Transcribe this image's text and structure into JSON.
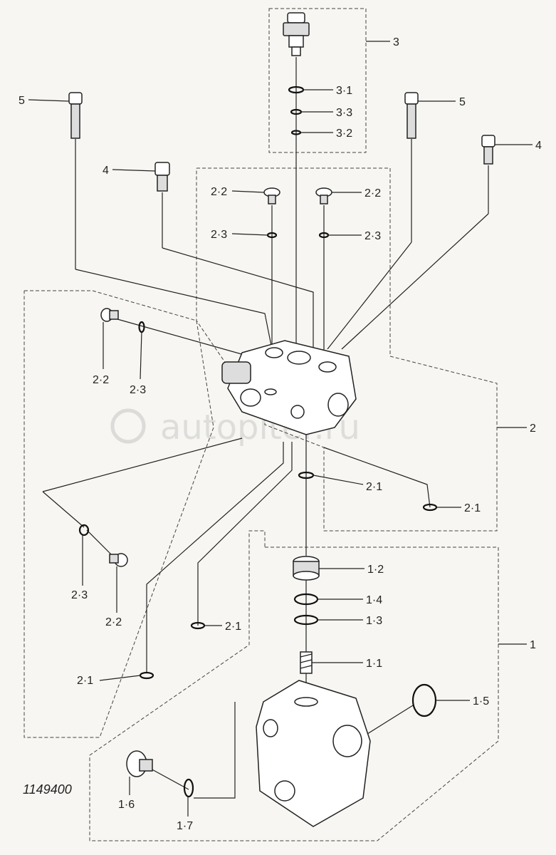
{
  "figure_number": "1149400",
  "watermark": "autopiter.ru",
  "callouts": [
    {
      "id": "c3",
      "text": "3"
    },
    {
      "id": "c3-1",
      "text": "3·1"
    },
    {
      "id": "c3-3",
      "text": "3·3"
    },
    {
      "id": "c3-2",
      "text": "3·2"
    },
    {
      "id": "c5a",
      "text": "5"
    },
    {
      "id": "c5b",
      "text": "5"
    },
    {
      "id": "c4a",
      "text": "4"
    },
    {
      "id": "c4b",
      "text": "4"
    },
    {
      "id": "c2-2a",
      "text": "2·2"
    },
    {
      "id": "c2-2b",
      "text": "2·2"
    },
    {
      "id": "c2-3a",
      "text": "2·3"
    },
    {
      "id": "c2-3b",
      "text": "2·3"
    },
    {
      "id": "c2-2c",
      "text": "2·2"
    },
    {
      "id": "c2-3c",
      "text": "2·3"
    },
    {
      "id": "c2",
      "text": "2"
    },
    {
      "id": "c2-1a",
      "text": "2·1"
    },
    {
      "id": "c2-1b",
      "text": "2·1"
    },
    {
      "id": "c2-3d",
      "text": "2·3"
    },
    {
      "id": "c2-2d",
      "text": "2·2"
    },
    {
      "id": "c2-1c",
      "text": "2·1"
    },
    {
      "id": "c2-1d",
      "text": "2·1"
    },
    {
      "id": "c1-2",
      "text": "1·2"
    },
    {
      "id": "c1-4",
      "text": "1·4"
    },
    {
      "id": "c1-3",
      "text": "1·3"
    },
    {
      "id": "c1",
      "text": "1"
    },
    {
      "id": "c1-1",
      "text": "1·1"
    },
    {
      "id": "c1-5",
      "text": "1·5"
    },
    {
      "id": "c1-6",
      "text": "1·6"
    },
    {
      "id": "c1-7",
      "text": "1·7"
    }
  ]
}
